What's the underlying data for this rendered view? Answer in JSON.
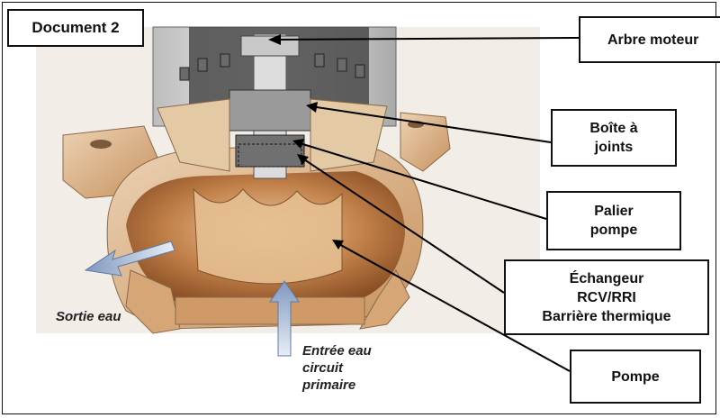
{
  "title": "Document 2",
  "labels": {
    "arbre": "Arbre moteur",
    "boite": "Boîte à\njoints",
    "palier": "Palier\npompe",
    "echangeur": "Échangeur\nRCV/RRI\nBarrière thermique",
    "pompe": "Pompe"
  },
  "flows": {
    "sortie": "Sortie eau",
    "entree": "Entrée eau\ncircuit\nprimaire"
  },
  "colors": {
    "casing": "#d9a877",
    "interior": "#b8733f",
    "metal": "#c9c9c9",
    "arrow": "#8fa7c9"
  }
}
